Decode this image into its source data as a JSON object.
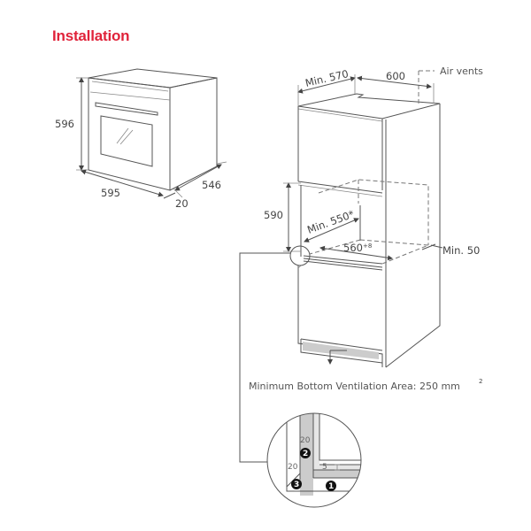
{
  "page": {
    "title": "Installation",
    "accent_color": "#e0233a"
  },
  "oven_diagram": {
    "height": "596",
    "width": "595",
    "depth": "546",
    "door_thickness": "20"
  },
  "cabinet_diagram": {
    "min_depth": "Min. 570",
    "width": "600",
    "air_vents_label": "Air vents",
    "niche_height": "590",
    "min_inner_depth": "Min. 550*",
    "niche_width": "560",
    "niche_width_tolerance": "+8",
    "min_back_gap": "Min. 50",
    "ventilation_note": "Minimum Bottom Ventilation Area: 250 mm",
    "ventilation_superscript": "2"
  },
  "detail_view": {
    "dim_top": "20",
    "dim_side": "20",
    "dim_gap": "5",
    "markers": [
      "1",
      "2",
      "3"
    ]
  }
}
